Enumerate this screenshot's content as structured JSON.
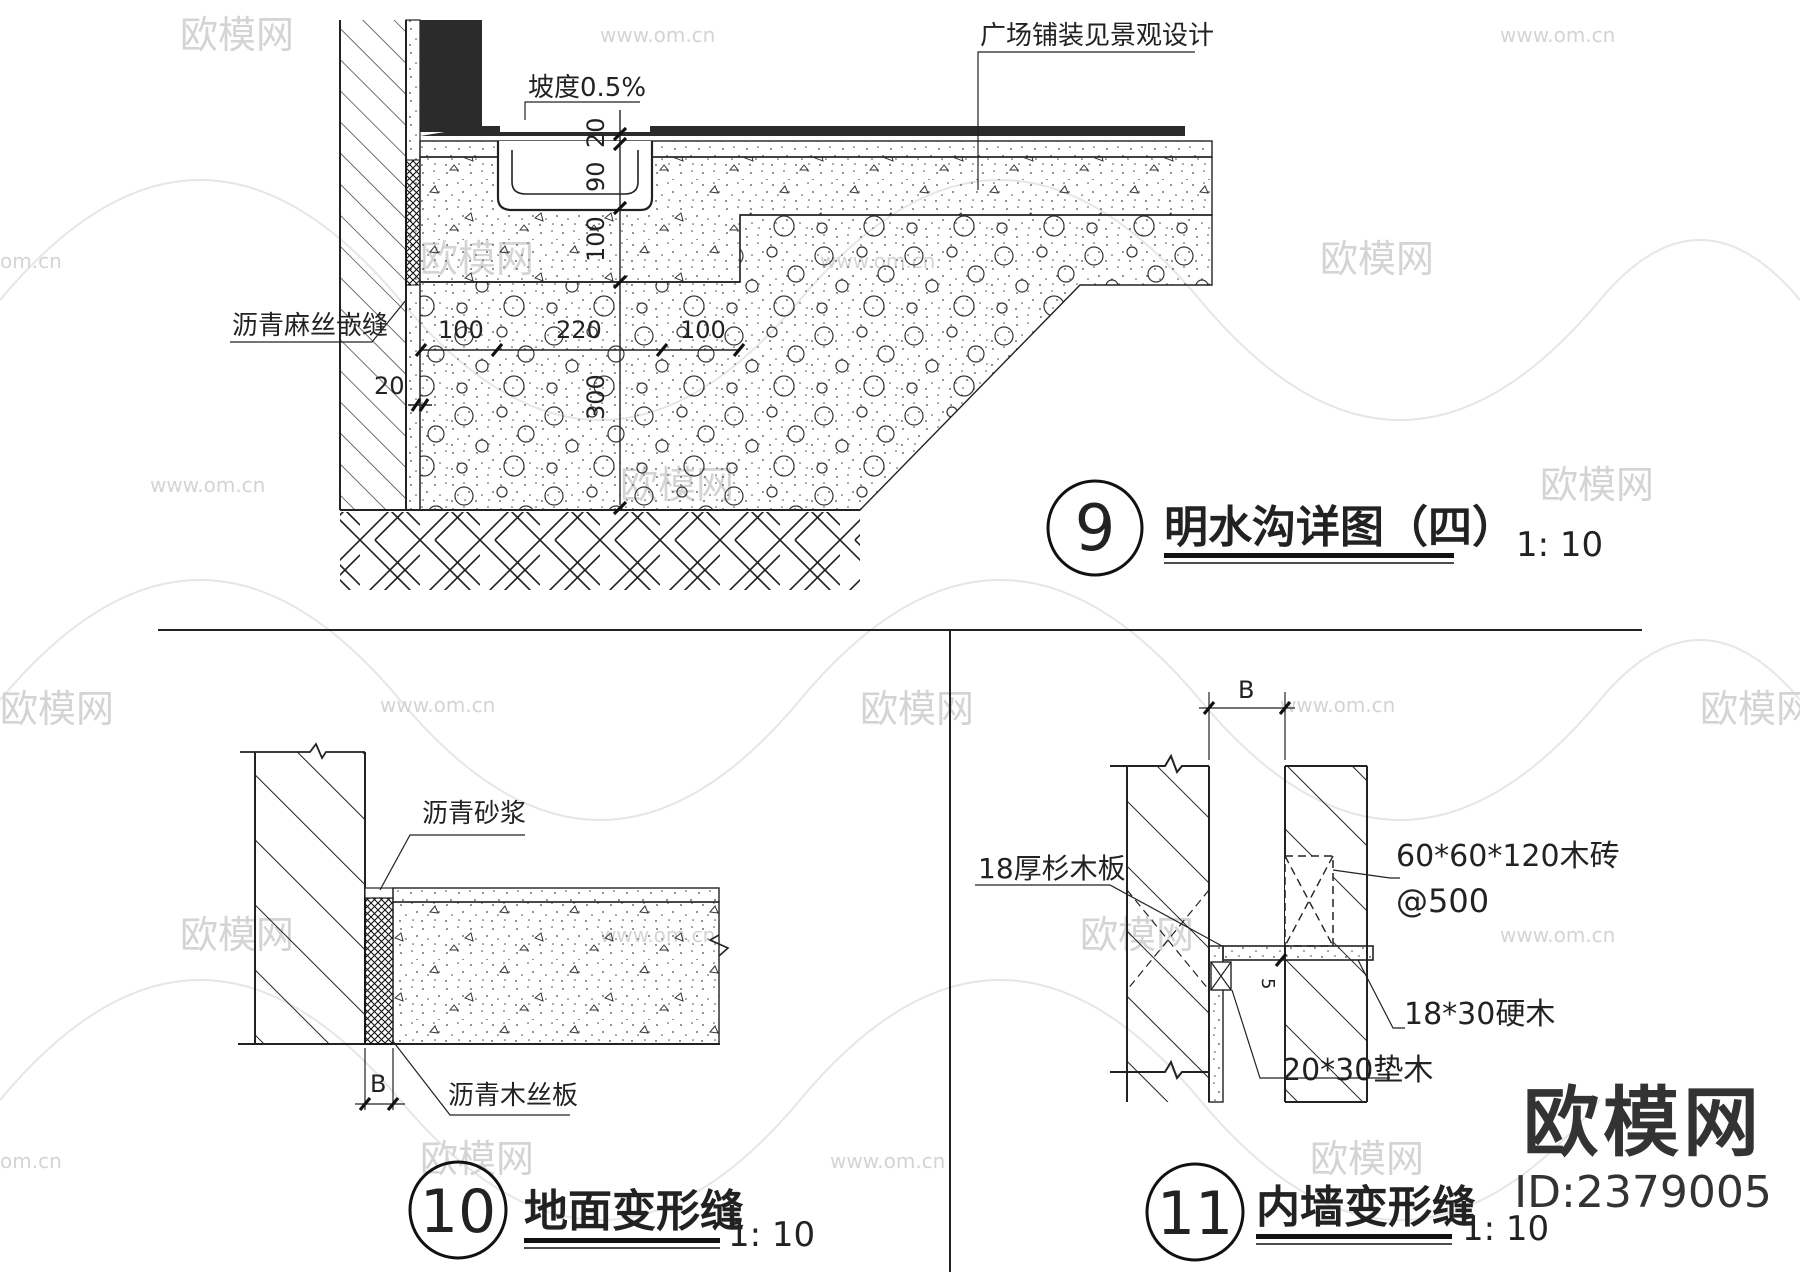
{
  "watermark": {
    "brand": "欧模网",
    "url": "www.om.cn",
    "url_short": "om.cn"
  },
  "brand": {
    "name": "欧模网",
    "id": "ID:2379005"
  },
  "detail9": {
    "number": "9",
    "title": "明水沟详图（四）",
    "scale": "1: 10",
    "labels": {
      "paving": "广场铺装见景观设计",
      "slope": "坡度0.5%",
      "joint": "沥青麻丝嵌缝",
      "d20_top": "20",
      "d90": "90",
      "d100_v": "100",
      "d100_left": "100",
      "d220": "220",
      "d100_right": "100",
      "d20_left": "20",
      "d300": "300"
    }
  },
  "detail10": {
    "number": "10",
    "title": "地面变形缝",
    "scale": "1: 10",
    "labels": {
      "mortar": "沥青砂浆",
      "board": "沥青木丝板",
      "b": "B"
    }
  },
  "detail11": {
    "number": "11",
    "title": "内墙变形缝",
    "scale": "1: 10",
    "labels": {
      "b": "B",
      "plank": "18厚杉木板",
      "brick": "60*60*120木砖",
      "spacing": "@500",
      "hardwood": "18*30硬木",
      "pad": "20*30垫木",
      "five": "5"
    }
  }
}
